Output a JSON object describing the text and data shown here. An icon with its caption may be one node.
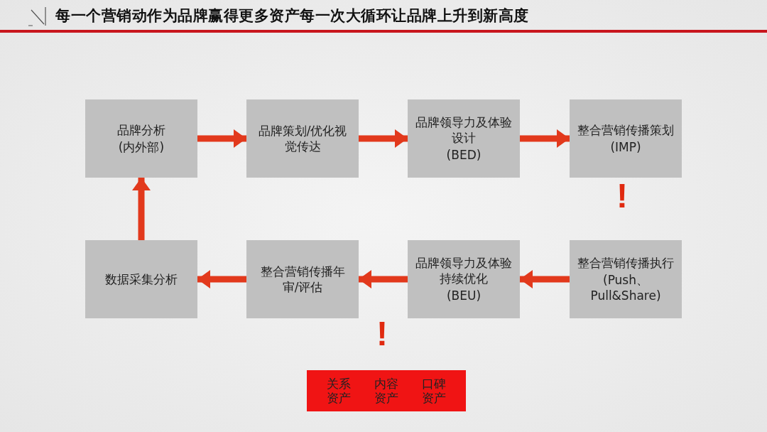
{
  "diagram": {
    "title": "每一个营销动作为品牌赢得更多资产每一次大循环让品牌上升到新高度",
    "nodes": [
      {
        "text": [
          "品牌分析",
          "(内外部)"
        ]
      },
      {
        "text": [
          "品牌策划/优化视觉传达"
        ]
      },
      {
        "text": [
          "品牌领导力及体验设计",
          "(BED)"
        ]
      },
      {
        "text": [
          "整合营销传播策划",
          "(IMP)"
        ]
      },
      {
        "text": [
          "数据采集分析"
        ]
      },
      {
        "text": [
          "整合营销传播年审/评估"
        ]
      },
      {
        "text": [
          "品牌领导力及体验持续优化",
          "(BEU)"
        ]
      },
      {
        "text": [
          "整合营销传播执行",
          "(Push、Pull&Share)"
        ]
      },
      {
        "text": [
          "关系资产",
          "内容资产",
          "口碑资产"
        ]
      }
    ],
    "edges": [
      {
        "from": 0,
        "to": 1,
        "arrow": "to"
      },
      {
        "from": 1,
        "to": 2,
        "arrow": "to"
      },
      {
        "from": 2,
        "to": 3,
        "arrow": "to"
      },
      {
        "from": 7,
        "to": 6,
        "arrow": "to"
      },
      {
        "from": 6,
        "to": 5,
        "arrow": "to"
      },
      {
        "from": 5,
        "to": 4,
        "arrow": "to"
      },
      {
        "from": 4,
        "to": 0,
        "arrow": "to"
      }
    ],
    "labels": [
      "!",
      "!"
    ]
  }
}
